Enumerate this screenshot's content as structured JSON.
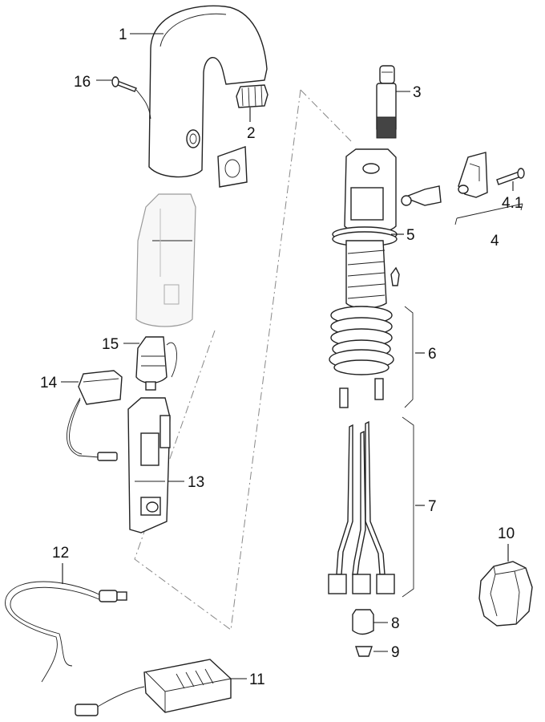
{
  "labels": {
    "p1": "1",
    "p2": "2",
    "p3": "3",
    "p4": "4",
    "p4_1": "4.1",
    "p5": "5",
    "p6": "6",
    "p7": "7",
    "p8": "8",
    "p9": "9",
    "p10": "10",
    "p11": "11",
    "p12": "12",
    "p13": "13",
    "p14": "14",
    "p15": "15",
    "p16": "16"
  }
}
